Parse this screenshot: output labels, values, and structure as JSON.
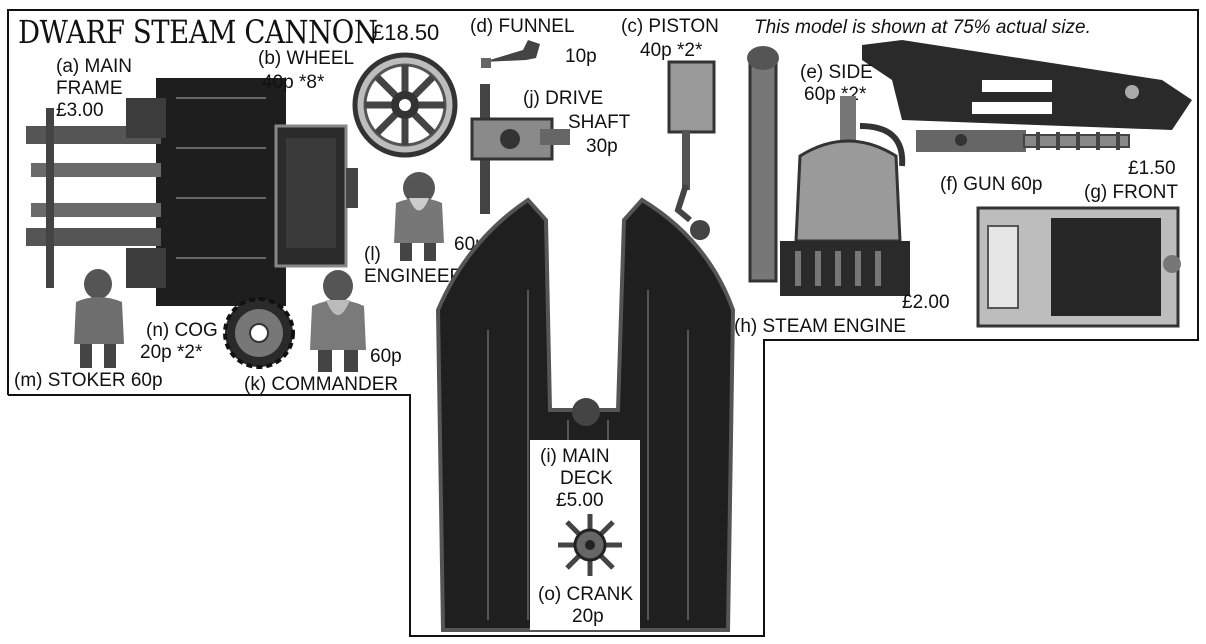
{
  "header": {
    "title": "DWARF STEAM CANNON",
    "price": "£18.50",
    "note": "This model is shown at 75% actual size."
  },
  "parts": {
    "a": {
      "l1": "(a) MAIN",
      "l2": "FRAME",
      "price": "£3.00"
    },
    "b": {
      "l1": "(b) WHEEL",
      "l2": "40p *8*"
    },
    "d": {
      "l1": "(d) FUNNEL",
      "price": "10p"
    },
    "c": {
      "l1": "(c) PISTON",
      "l2": "40p *2*"
    },
    "j": {
      "l1": "(j) DRIVE",
      "l2": "SHAFT",
      "price": "30p"
    },
    "e": {
      "l1": "(e) SIDE",
      "l2": "60p *2*"
    },
    "f": {
      "l1": "(f) GUN 60p"
    },
    "g": {
      "price": "£1.50",
      "l1": "(g) FRONT"
    },
    "l": {
      "price": "60p",
      "l1": "(l)",
      "l2": "ENGINEER"
    },
    "h": {
      "price": "£2.00",
      "l1": "(h) STEAM ENGINE"
    },
    "n": {
      "l1": "(n) COG",
      "l2": "20p *2*"
    },
    "k": {
      "price": "60p",
      "l1": "(k) COMMANDER"
    },
    "m": {
      "l1": "(m) STOKER 60p"
    },
    "i": {
      "l1": "(i) MAIN",
      "l2": "DECK",
      "price": "£5.00"
    },
    "o": {
      "l1": "(o) CRANK",
      "price": "20p"
    }
  },
  "colors": {
    "ink": "#111111",
    "metal_dark": "#2a2a2a",
    "metal_mid": "#6e6e6e",
    "metal_light": "#bdbdbd",
    "paper": "#ffffff"
  }
}
